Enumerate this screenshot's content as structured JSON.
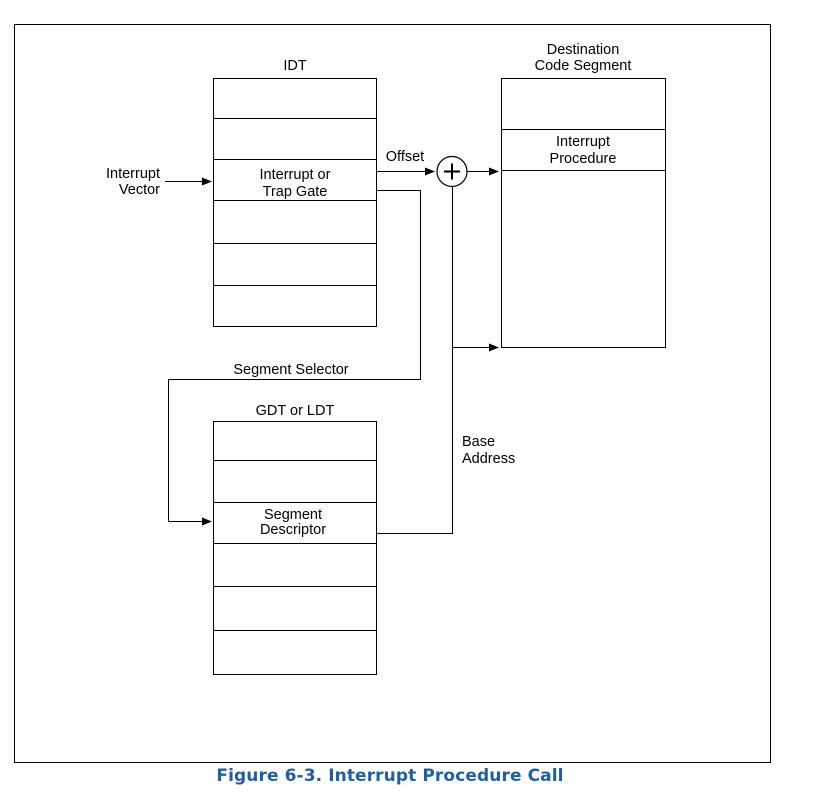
{
  "figure": {
    "caption": "Figure 6-3.  Interrupt Procedure Call",
    "caption_color": "#1f5fa5"
  },
  "idt": {
    "title": "IDT",
    "gate_line1": "Interrupt or",
    "gate_line2": "Trap Gate"
  },
  "interrupt_vector": {
    "line1": "Interrupt",
    "line2": "Vector"
  },
  "offset_label": "Offset",
  "adder_symbol": "+",
  "destination": {
    "title_line1": "Destination",
    "title_line2": "Code Segment",
    "proc_line1": "Interrupt",
    "proc_line2": "Procedure"
  },
  "segment_selector_label": "Segment Selector",
  "gdt": {
    "title": "GDT or LDT",
    "desc_line1": "Segment",
    "desc_line2": "Descriptor"
  },
  "base_address": {
    "line1": "Base",
    "line2": "Address"
  }
}
